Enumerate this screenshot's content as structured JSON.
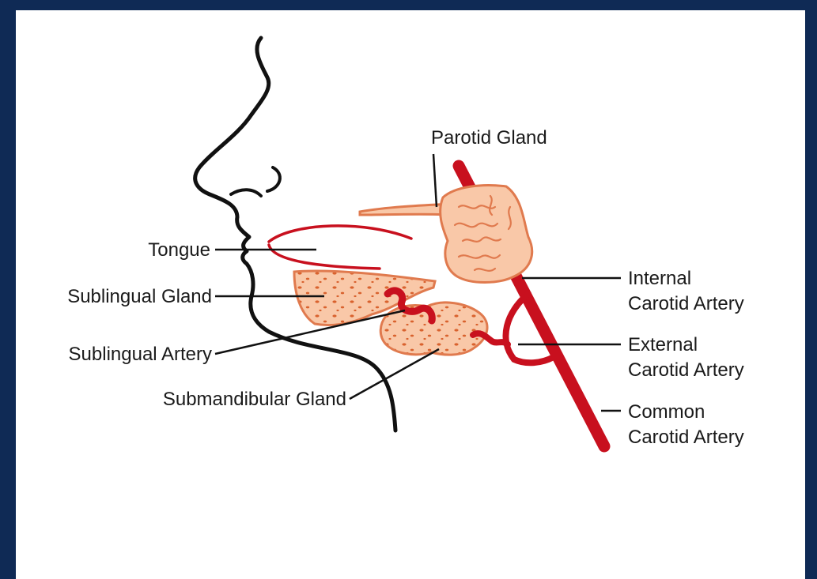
{
  "diagram": {
    "labels": {
      "parotid_gland": "Parotid Gland",
      "tongue": "Tongue",
      "sublingual_gland": "Sublingual Gland",
      "sublingual_artery": "Sublingual Artery",
      "submandibular_gland": "Submandibular Gland",
      "internal_carotid_line1": "Internal",
      "internal_carotid_line2": "Carotid Artery",
      "external_carotid_line1": "External",
      "external_carotid_line2": "Carotid Artery",
      "common_carotid_line1": "Common",
      "common_carotid_line2": "Carotid Artery"
    },
    "colors": {
      "frame": "#0f2a55",
      "background": "#ffffff",
      "gland_fill": "#f9c8a8",
      "gland_stroke": "#e07a4e",
      "artery": "#c8101e",
      "outline": "#111111"
    }
  }
}
